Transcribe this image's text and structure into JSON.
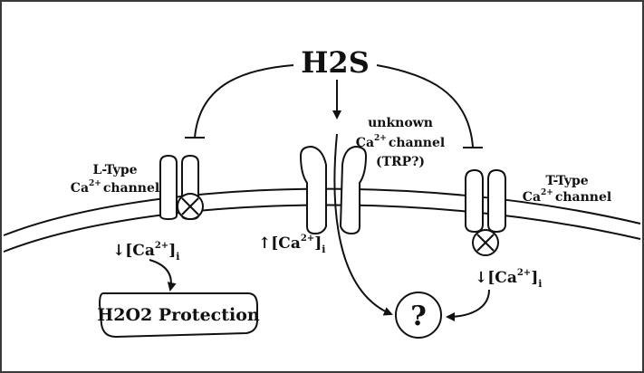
{
  "title": "H2S",
  "labels": {
    "ltype_line1": "L-Type",
    "ltype_ca": "Ca",
    "ltype_sup": "2+",
    "ltype_rest": "channel",
    "ttype_line1": "T-Type",
    "ttype_ca": "Ca",
    "ttype_sup": "2+",
    "ttype_rest": "channel",
    "unknown_line1": "unknown",
    "unknown_ca": "Ca",
    "unknown_sup": "2+",
    "unknown_rest": "channel",
    "unknown_line3": "(TRP?)"
  },
  "concentrations": {
    "left": {
      "open": "[Ca",
      "sup": "2+",
      "close": "]",
      "sub": "i",
      "arrow": "↓"
    },
    "mid": {
      "open": "[Ca",
      "sup": "2+",
      "close": "]",
      "sub": "i",
      "arrow": "↑"
    },
    "right": {
      "open": "[Ca",
      "sup": "2+",
      "close": "]",
      "sub": "i",
      "arrow": "↓"
    }
  },
  "outcomes": {
    "protection": "H2O2 Protection",
    "unknown": "?"
  },
  "symbols": {
    "block": "⊗"
  },
  "colors": {
    "line": "#111111",
    "channel_fill": "#ffffff",
    "frame": "#3a3a3a"
  }
}
